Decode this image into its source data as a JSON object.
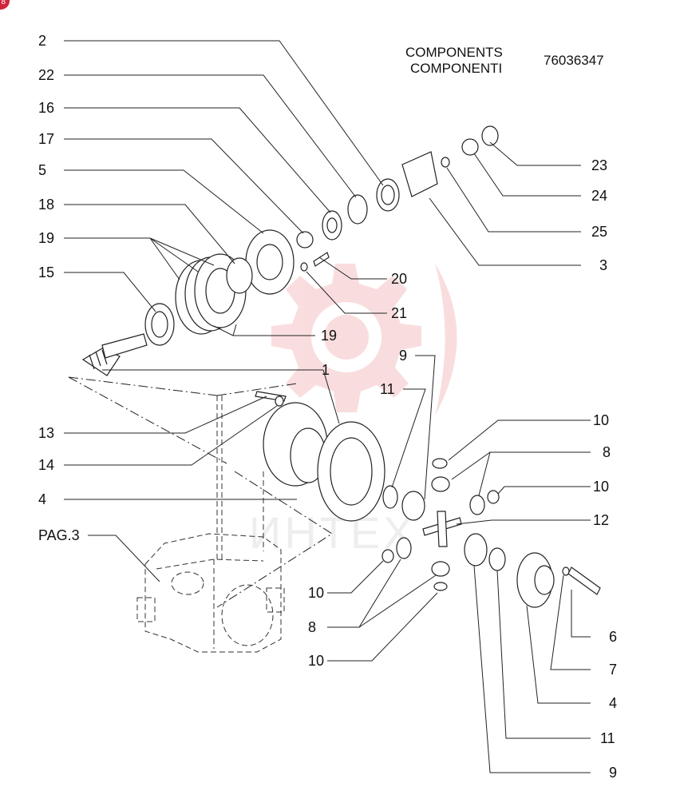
{
  "header": {
    "title_line1": "COMPONENTS",
    "title_line2": "COMPONENTI",
    "part_number": "76036347"
  },
  "badge": {
    "text": "8"
  },
  "watermark": {
    "text": "ИНТЕХ",
    "color": "#e0303a"
  },
  "reference": {
    "text": "PAG.3"
  },
  "callouts": [
    {
      "id": "l-2",
      "text": "2"
    },
    {
      "id": "l-22",
      "text": "22"
    },
    {
      "id": "l-16",
      "text": "16"
    },
    {
      "id": "l-17",
      "text": "17"
    },
    {
      "id": "l-5",
      "text": "5"
    },
    {
      "id": "l-18",
      "text": "18"
    },
    {
      "id": "l-19a",
      "text": "19"
    },
    {
      "id": "l-15",
      "text": "15"
    },
    {
      "id": "l-23",
      "text": "23"
    },
    {
      "id": "l-24",
      "text": "24"
    },
    {
      "id": "l-25",
      "text": "25"
    },
    {
      "id": "l-3",
      "text": "3"
    },
    {
      "id": "l-20",
      "text": "20"
    },
    {
      "id": "l-21",
      "text": "21"
    },
    {
      "id": "l-19b",
      "text": "19"
    },
    {
      "id": "l-9a",
      "text": "9"
    },
    {
      "id": "l-1",
      "text": "1"
    },
    {
      "id": "l-11a",
      "text": "11"
    },
    {
      "id": "l-13",
      "text": "13"
    },
    {
      "id": "l-14",
      "text": "14"
    },
    {
      "id": "l-4a",
      "text": "4"
    },
    {
      "id": "l-10a",
      "text": "10"
    },
    {
      "id": "l-8a",
      "text": "8"
    },
    {
      "id": "l-10b",
      "text": "10"
    },
    {
      "id": "l-12",
      "text": "12"
    },
    {
      "id": "l-10c",
      "text": "10"
    },
    {
      "id": "l-8b",
      "text": "8"
    },
    {
      "id": "l-10d",
      "text": "10"
    },
    {
      "id": "l-6",
      "text": "6"
    },
    {
      "id": "l-7",
      "text": "7"
    },
    {
      "id": "l-4b",
      "text": "4"
    },
    {
      "id": "l-11b",
      "text": "11"
    },
    {
      "id": "l-9b",
      "text": "9"
    }
  ]
}
